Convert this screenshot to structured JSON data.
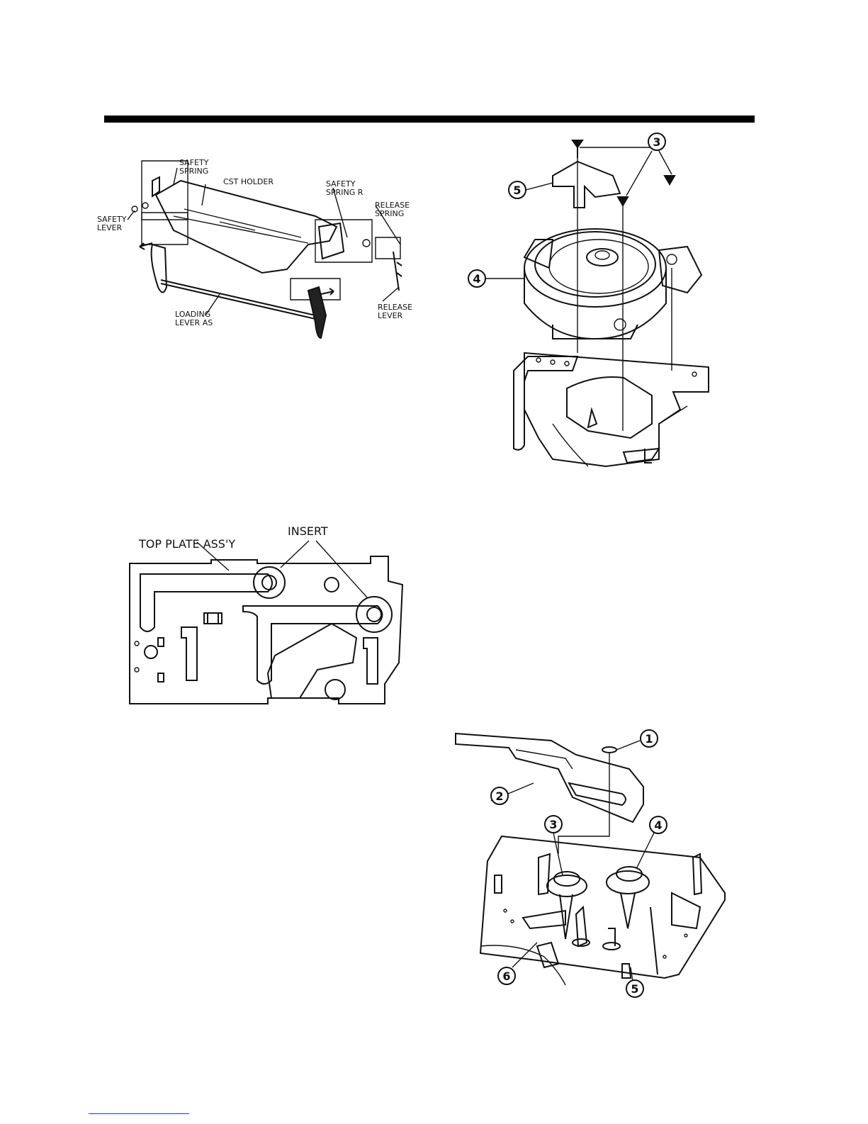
{
  "figure1": {
    "labels": {
      "safety_spring": [
        "SAFETY",
        "SPRING"
      ],
      "cst_holder": "CST HOLDER",
      "safety_spring_r": [
        "SAFETY",
        "SPRING R"
      ],
      "release_spring": [
        "RELEASE",
        "SPRING"
      ],
      "safety_lever": [
        "SAFETY",
        "LEVER"
      ],
      "loading_lever": [
        "LOADING",
        "LEVER AS"
      ],
      "release_lever": [
        "RELEASE",
        "LEVER"
      ]
    }
  },
  "figure2": {
    "callouts": [
      "3",
      "5",
      "4"
    ]
  },
  "figure3": {
    "labels": {
      "top_plate": "TOP PLATE ASS'Y",
      "insert": "INSERT"
    }
  },
  "figure4": {
    "callouts": [
      "1",
      "2",
      "3",
      "4",
      "6",
      "5"
    ]
  }
}
